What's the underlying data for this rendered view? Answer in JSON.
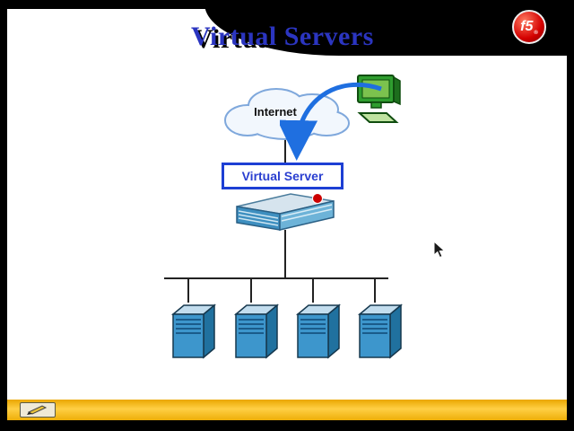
{
  "slide": {
    "title": "Virtual Servers"
  },
  "logo": {
    "text": "f5",
    "registered": "®"
  },
  "diagram": {
    "internet_label": "Internet",
    "virtual_server_label": "Virtual Server",
    "server_count": 4
  },
  "colors": {
    "title_blue": "#2b35c0",
    "box_border_blue": "#1d3fd4",
    "arrow_blue": "#1f6fe0",
    "server_blue": "#3d96cc",
    "bar_gold": "#f0b400",
    "logo_red": "#d40000"
  }
}
